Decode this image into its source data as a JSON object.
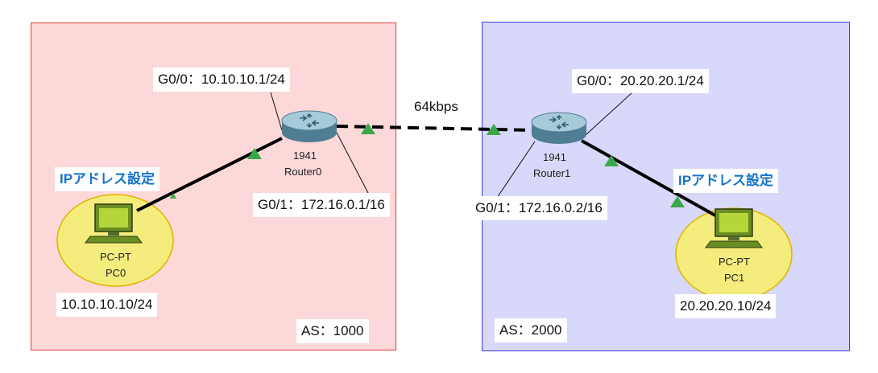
{
  "areas": {
    "left": {
      "label": "AS：1000"
    },
    "right": {
      "label": "AS：2000"
    }
  },
  "link": {
    "bandwidth": "64kbps"
  },
  "router0": {
    "model": "1941",
    "name": "Router0",
    "g00": "G0/0：10.10.10.1/24",
    "g01": "G0/1：172.16.0.1/16"
  },
  "router1": {
    "model": "1941",
    "name": "Router1",
    "g00": "G0/0：20.20.20.1/24",
    "g01": "G0/1：172.16.0.2/16"
  },
  "pc0": {
    "type": "PC-PT",
    "name": "PC0",
    "ip": "10.10.10.10/24",
    "setting_label": "IPアドレス設定"
  },
  "pc1": {
    "type": "PC-PT",
    "name": "PC1",
    "ip": "20.20.20.10/24",
    "setting_label": "IPアドレス設定"
  },
  "colors": {
    "area_left_fill": "#fdd8d8",
    "area_left_border": "#e53a3a",
    "area_right_fill": "#d8d8fa",
    "area_right_border": "#3a3ae0",
    "pc_highlight": "#f4ec7c",
    "link_up": "#3aa84a",
    "setting_label": "#1573c9"
  }
}
